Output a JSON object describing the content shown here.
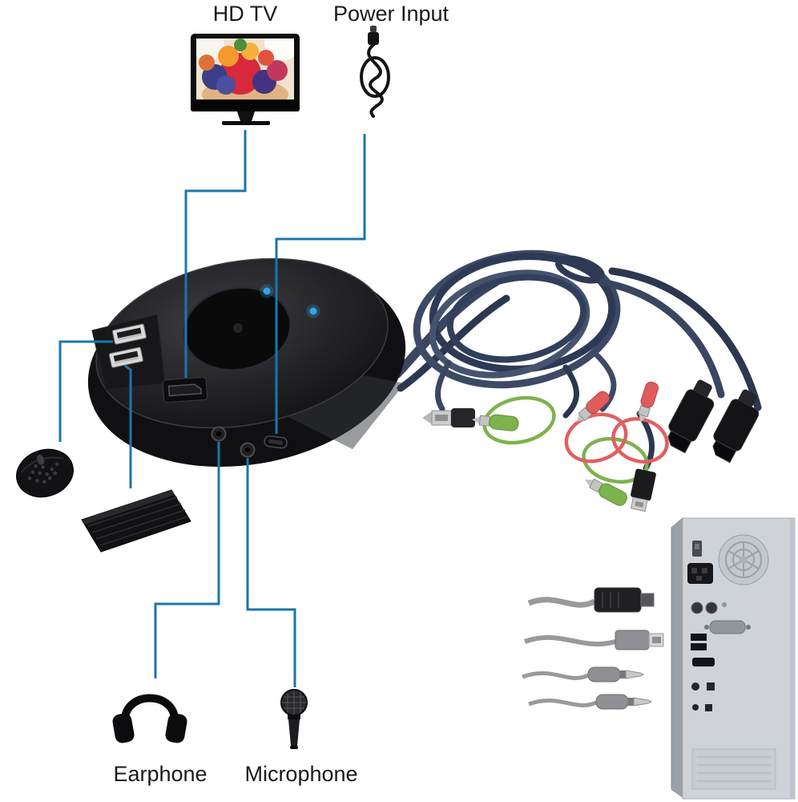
{
  "labels": {
    "hd_tv": "HD TV",
    "power_input": "Power Input",
    "earphone": "Earphone",
    "microphone": "Microphone"
  },
  "colors": {
    "background": "#ffffff",
    "text": "#1a1a1a",
    "connector_line": "#1b76ab",
    "led_indicator": "#35a3e8",
    "cable_bundle": "#3c4a66",
    "audio_plug_green": "#7cb34c",
    "audio_plug_red": "#e06060",
    "tower_body": "#cfd3d8"
  },
  "icons": [
    "hdtv-monitor-icon",
    "power-cable-icon",
    "kvm-switch-device",
    "usb-port-icon",
    "displayport-port-icon",
    "earphone-jack-icon",
    "microphone-jack-icon",
    "power-port-icon",
    "led-indicator",
    "cable-coil-icon",
    "usb-plug-icon",
    "green-audio-plug-icon",
    "red-audio-plug-icon",
    "displayport-plug-icon",
    "computer-tower-icon",
    "pc-cable-plugs",
    "mouse-icon",
    "keyboard-icon",
    "earphone-icon",
    "microphone-icon"
  ]
}
